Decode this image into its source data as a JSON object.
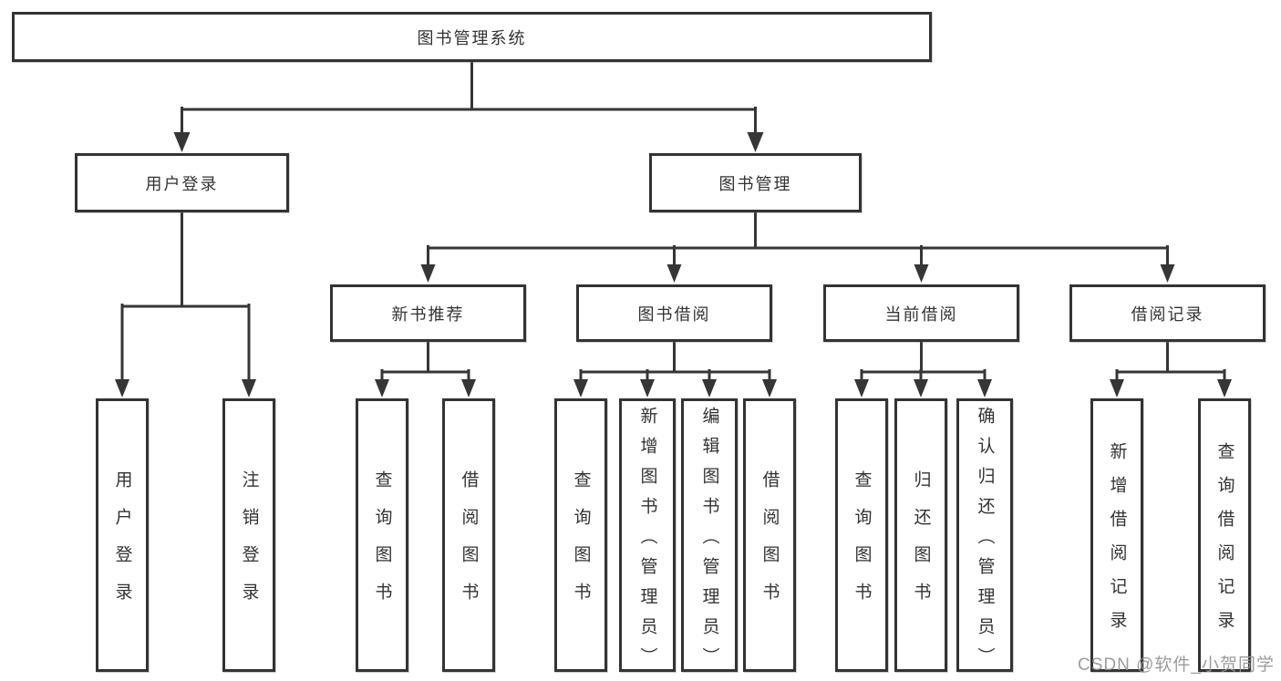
{
  "tree": {
    "label": "图书管理系统",
    "children": [
      {
        "label": "用户登录",
        "children": [
          {
            "label": "用户登录"
          },
          {
            "label": "注销登录"
          }
        ]
      },
      {
        "label": "图书管理",
        "children": [
          {
            "label": "新书推荐",
            "children": [
              {
                "label": "查询图书"
              },
              {
                "label": "借阅图书"
              }
            ]
          },
          {
            "label": "图书借阅",
            "children": [
              {
                "label": "查询图书"
              },
              {
                "label": "新增图书（管理员）"
              },
              {
                "label": "编辑图书（管理员）"
              },
              {
                "label": "借阅图书"
              }
            ]
          },
          {
            "label": "当前借阅",
            "children": [
              {
                "label": "查询图书"
              },
              {
                "label": "归还图书"
              },
              {
                "label": "确认归还（管理员）"
              }
            ]
          },
          {
            "label": "借阅记录",
            "children": [
              {
                "label": "新增借阅记录"
              },
              {
                "label": "查询借阅记录"
              }
            ]
          }
        ]
      }
    ]
  },
  "watermark": {
    "text": "CSDN @软件_小贺同学"
  },
  "colors": {
    "line": "#363636",
    "box_border": "#333333",
    "text": "#333333",
    "watermark": "#919191",
    "background": "#ffffff"
  }
}
